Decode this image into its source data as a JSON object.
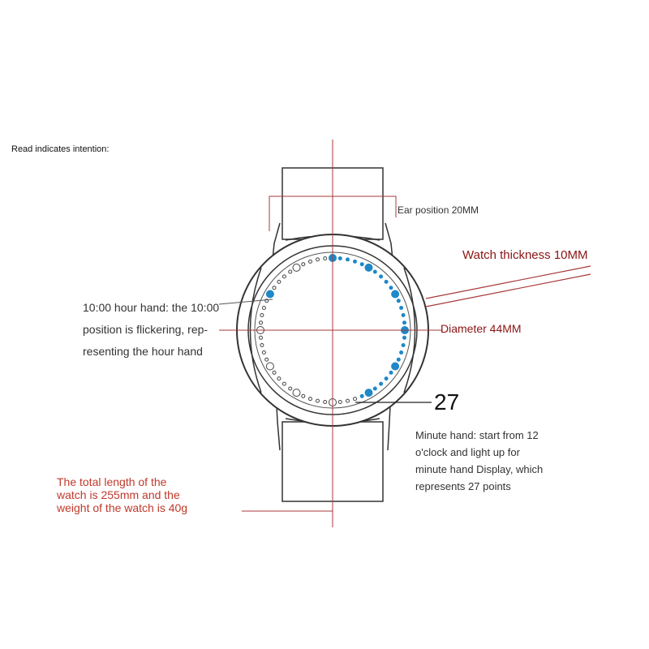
{
  "title": "Read indicates intention:",
  "labels": {
    "ear_position": "Ear position 20MM",
    "watch_thickness": "Watch thickness 10MM",
    "diameter": "Diameter 44MM",
    "minute_count": "27"
  },
  "hour_hand_note": [
    "10:00 hour hand: the 10:00",
    "position is flickering, rep-",
    "resenting the hour hand"
  ],
  "minute_hand_note": [
    "Minute hand: start from 12",
    "o'clock and light up for",
    "minute hand Display, which",
    "represents 27 points"
  ],
  "total_note": [
    "The total length of the",
    "watch is 255mm and the",
    "weight of the watch is 40g"
  ],
  "colors": {
    "accent_red": "#8b1414",
    "note_red": "#c0392b",
    "led_blue": "#1e88c8",
    "outline": "#333333"
  },
  "lit_minutes": 27
}
